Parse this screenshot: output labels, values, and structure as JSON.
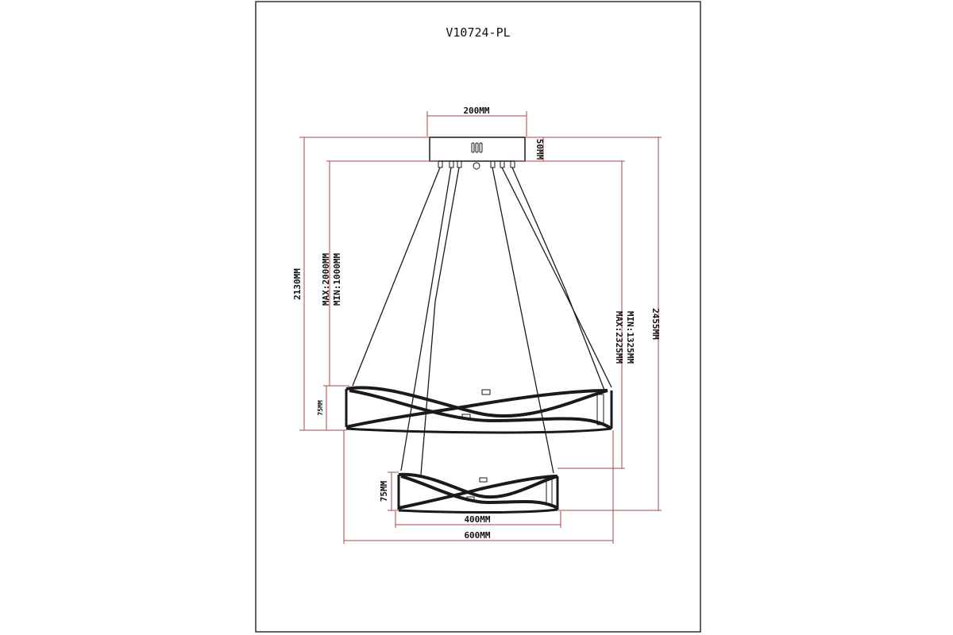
{
  "title": "V10724-PL",
  "dimensions": {
    "canopy_width": "200MM",
    "canopy_height": "50MM",
    "total_height_left": "2130MM",
    "cable_max": "MAX:2000MM",
    "cable_min": "MIN:1000MM",
    "upper_ring_height": "75MM",
    "lower_ring_height": "75MM",
    "lower_max": "MAX:2325MM",
    "lower_min": "MIN:1325MM",
    "total_height_right": "2455MM",
    "small_ring_width": "400MM",
    "large_ring_width": "600MM"
  },
  "colors": {
    "dimension_line": "#a84a4a",
    "drawing_line": "#1a1a1a",
    "frame": "#333333"
  }
}
